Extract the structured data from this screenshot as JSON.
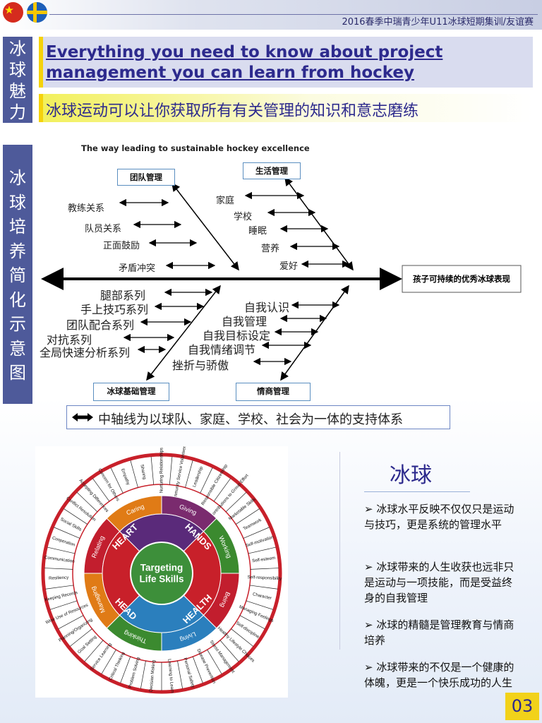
{
  "header": {
    "event_title": "2016春季中瑞青少年U11冰球短期集训/友谊赛"
  },
  "side_labels": {
    "charm": "冰球魅力",
    "diagram": "冰球培养简化示意图"
  },
  "title": {
    "headline": "Everything you need to know about project management you can learn from hockey",
    "subtitle": "冰球运动可以让你获取所有有关管理的知识和意志磨练"
  },
  "fishbone": {
    "title": "The way leading to sustainable hockey excellence",
    "head": "孩子可持续的优秀冰球表现",
    "categories": {
      "team": "团队管理",
      "life": "生活管理",
      "basic": "冰球基础管理",
      "eq": "情商管理"
    },
    "team_items": [
      "教练关系",
      "队员关系",
      "正面鼓励",
      "矛盾冲突"
    ],
    "life_items": [
      "家庭",
      "学校",
      "睡眠",
      "营养",
      "爱好"
    ],
    "basic_items": [
      "腿部系列",
      "手上技巧系列",
      "团队配合系列",
      "对抗系列",
      "全局快速分析系列"
    ],
    "eq_items": [
      "自我认识",
      "自我管理",
      "自我目标设定",
      "自我情绪调节",
      "挫折与骄傲"
    ],
    "legend": "中轴线为以球队、家庭、学校、社会为一体的支持体系"
  },
  "wheel": {
    "center": [
      "Targeting",
      "Life Skills"
    ],
    "hearts": [
      "HEART",
      "HANDS",
      "HEALTH",
      "HEAD"
    ],
    "sub_categories": [
      "Caring",
      "Giving",
      "Working",
      "Being",
      "Living",
      "Thinking",
      "Managing",
      "Relating"
    ],
    "skills": [
      "Sharing",
      "Nurturing Relationships",
      "Community Service Volunteering",
      "Leadership",
      "Responsible Citizenship",
      "Contributions to Group Effort",
      "Marketable Skills",
      "Teamwork",
      "Self-motivation",
      "Self-esteem",
      "Self-responsibility",
      "Character",
      "Managing Feelings",
      "Self-discipline",
      "Healthy Lifestyle Choices",
      "Stress Management",
      "Disease Prevention",
      "Personal Safety",
      "Learning to Learn",
      "Decision Making",
      "Problem Solving",
      "Critical Thinking",
      "Service Learning",
      "Goal Setting",
      "Planning/Organizing",
      "Wise Use of Resources",
      "Keeping Records",
      "Resiliency",
      "Communication",
      "Cooperation",
      "Social Skills",
      "Conflict Resolution",
      "Accepting Differences",
      "Concern for Others",
      "Empathy"
    ]
  },
  "bullets": {
    "title": "冰球",
    "items": [
      "冰球水平反映不仅仅只是运动与技巧，更是系统的管理水平",
      "冰球带来的人生收获也远非只是运动与一项技能，而是受益终身的自我管理",
      "冰球的精髓是管理教育与情商培养",
      "冰球带来的不仅是一个健康的体魄，更是一个快乐成功的人生"
    ]
  },
  "page_number": "03",
  "colors": {
    "accent": "#2d2a8d",
    "yellow": "#f5d20b",
    "side": "#4e5a9a"
  }
}
